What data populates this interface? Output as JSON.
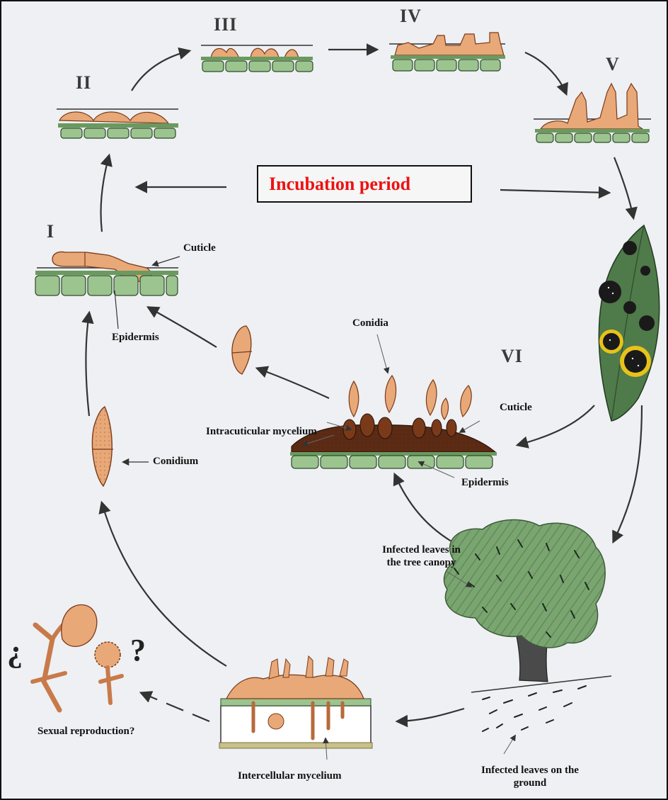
{
  "stages": {
    "i": "I",
    "ii": "II",
    "iii": "III",
    "iv": "IV",
    "v": "V",
    "vi": "VI"
  },
  "incubation_period": "Incubation period",
  "labels": {
    "cuticle_top": "Cuticle",
    "epidermis_top": "Epidermis",
    "conidia": "Conidia",
    "cuticle_mid": "Cuticle",
    "intracuticular_mycelium": "Intracuticular mycelium",
    "conidium": "Conidium",
    "epidermis_mid": "Epidermis",
    "infected_canopy_line1": "Infected leaves in",
    "infected_canopy_line2": "the tree canopy",
    "sexual_reproduction": "Sexual reproduction?",
    "intercellular_mycelium": "Intercellular mycelium",
    "infected_ground_line1": "Infected leaves on the",
    "infected_ground_line2": "ground",
    "question_left": "¿",
    "question_right": "?"
  },
  "colors": {
    "epidermis_green": "#9cc48f",
    "fungus_orange": "#e8a878",
    "mycelium_dark": "#5a2a14",
    "leaf_green": "#4f7a4a",
    "lesion_black": "#1a1a1a",
    "halo_yellow": "#e8c21a",
    "canopy_green": "#6e9a66",
    "trunk_grey": "#4a4a4a",
    "arrow": "#333333",
    "accent_red": "#ee1111"
  }
}
